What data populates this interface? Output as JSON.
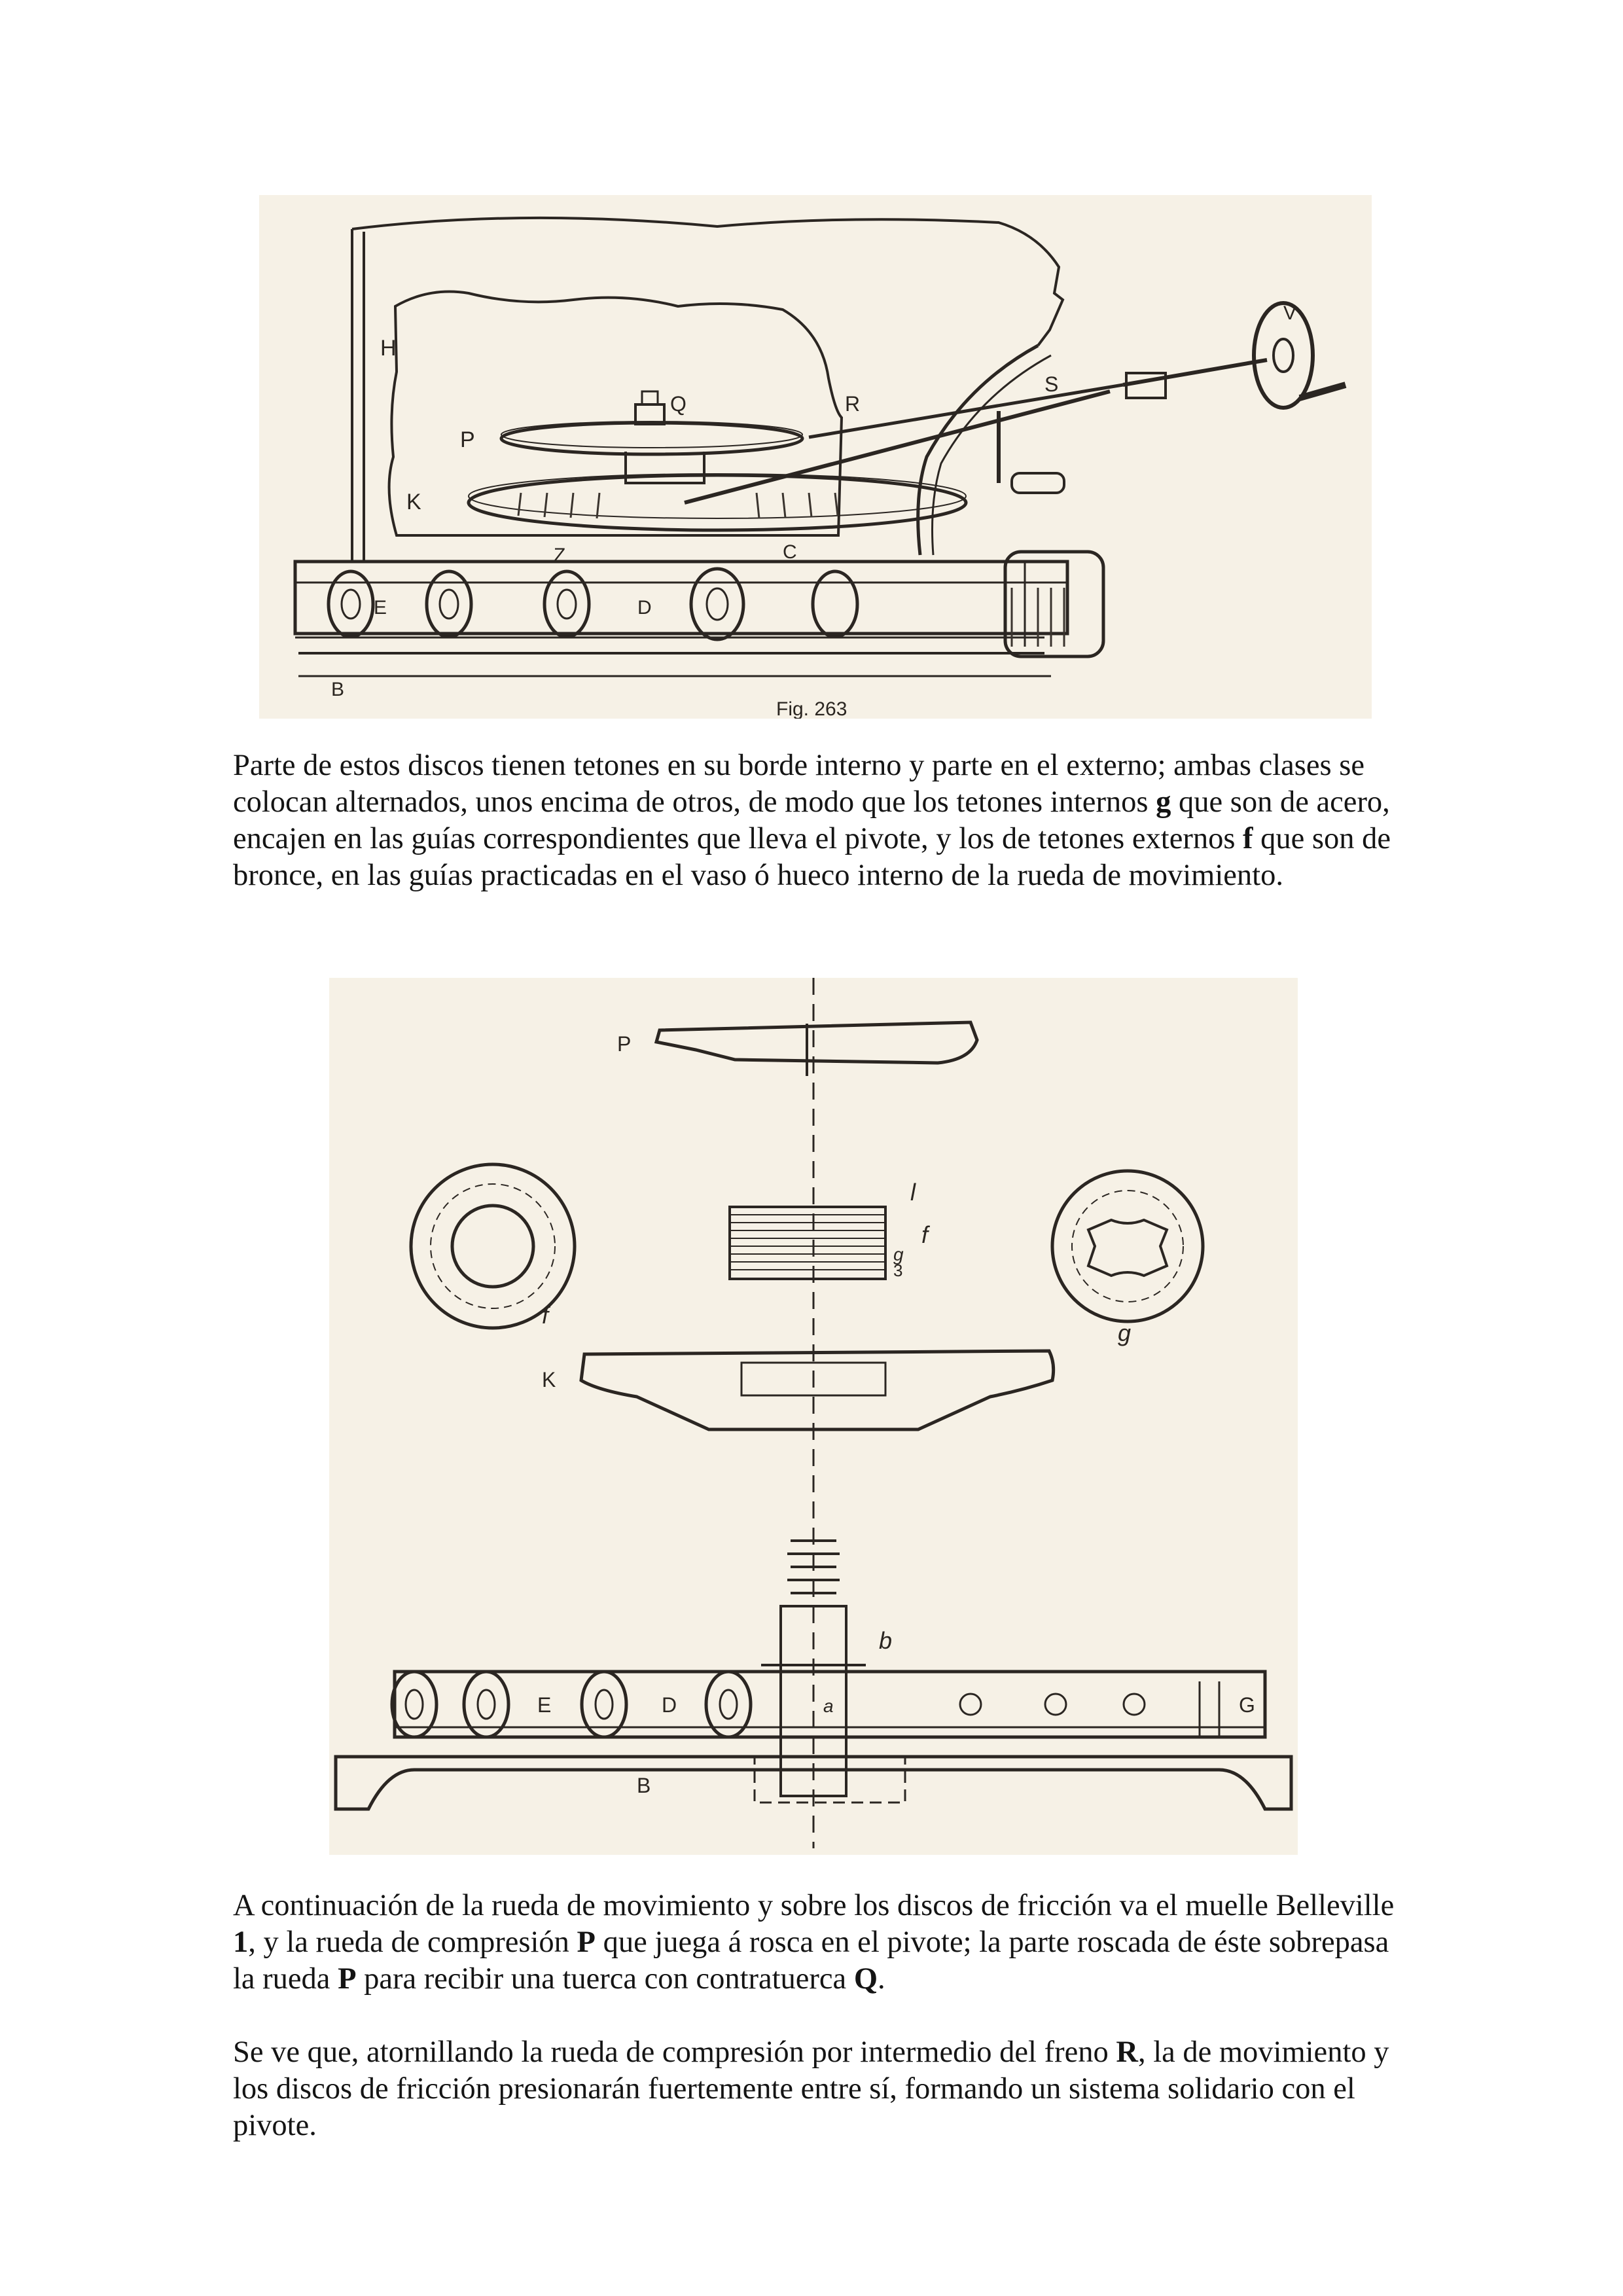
{
  "figure1": {
    "labels": {
      "H": "H",
      "Q": "Q",
      "R": "R",
      "S": "S",
      "V": "V",
      "P": "P",
      "K": "K",
      "Z": "Z",
      "C": "C",
      "E": "E",
      "D": "D",
      "B": "B"
    },
    "caption": "Fig. 263"
  },
  "paragraph1": {
    "part1": "Parte de estos discos tienen tetones en su borde interno y parte en el externo; ambas clases se colocan alternados, unos encima de otros, de modo que los tetones internos ",
    "bold_g": "g",
    "part2": " que son de acero, encajen en las guías correspondientes que lleva el pivote, y los de tetones externos ",
    "bold_f": "f",
    "part3": " que son de bronce, en las guías practicadas en el vaso ó hueco interno de la rueda de movimiento."
  },
  "figure2": {
    "labels": {
      "P": "P",
      "l": "l",
      "f_stack": "f",
      "g_stack": "g",
      "three": "3",
      "f_disc": "f",
      "g_disc": "g",
      "K": "K",
      "b": "b",
      "E": "E",
      "D": "D",
      "a": "a",
      "G": "G",
      "B": "B"
    }
  },
  "paragraph2": {
    "part1": "A continuación de la rueda de movimiento y sobre los discos de fricción va el muelle Belleville ",
    "bold_1": "1",
    "part2": ", y la rueda de compresión ",
    "bold_P1": "P",
    "part3": " que juega á rosca en el pivote; la parte roscada de éste sobrepasa la rueda ",
    "bold_P2": "P",
    "part4": " para recibir una tuerca con contratuerca ",
    "bold_Q": "Q",
    "part5": "."
  },
  "paragraph3": {
    "part1": "Se ve que, atornillando la rueda de compresión por intermedio del freno ",
    "bold_R": "R",
    "part2": ", la de movimiento y los discos de fricción presionarán fuertemente entre sí, formando un sistema solidario con el pivote."
  }
}
